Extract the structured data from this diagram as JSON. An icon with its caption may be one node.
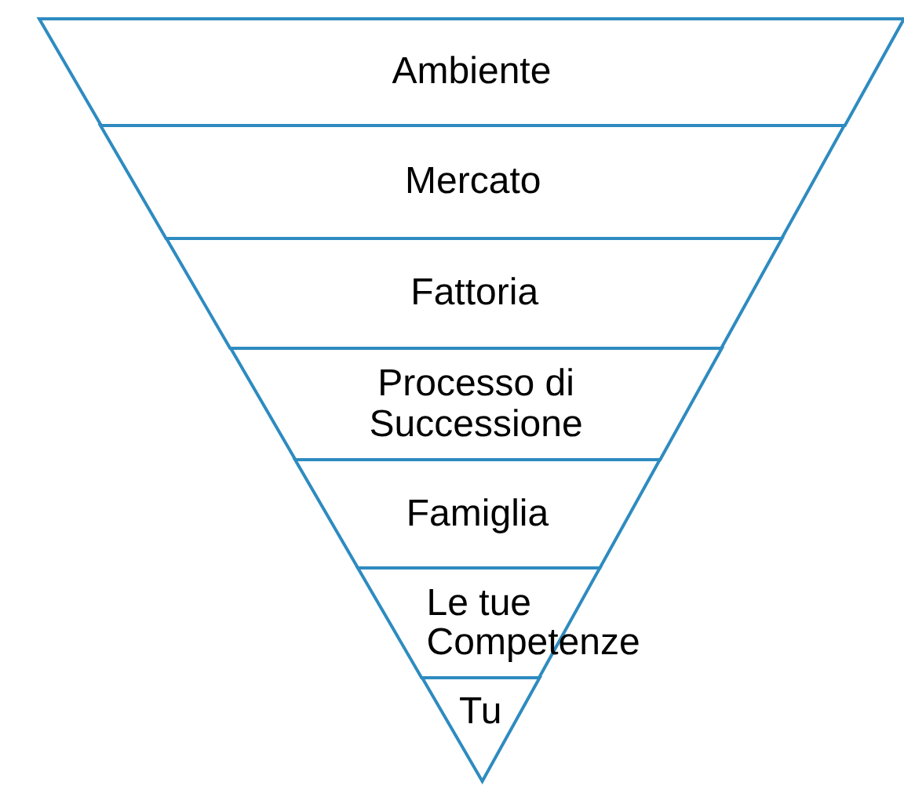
{
  "diagram": {
    "nodes": [
      {
        "text": [
          "Ambiente"
        ]
      },
      {
        "text": [
          "Mercato"
        ]
      },
      {
        "text": [
          "Fattoria"
        ]
      },
      {
        "text": [
          "Processo di Successione"
        ]
      },
      {
        "text": [
          "Famiglia"
        ]
      },
      {
        "text": [
          "Le tue Competenze"
        ]
      },
      {
        "text": [
          "Tu"
        ]
      }
    ]
  }
}
